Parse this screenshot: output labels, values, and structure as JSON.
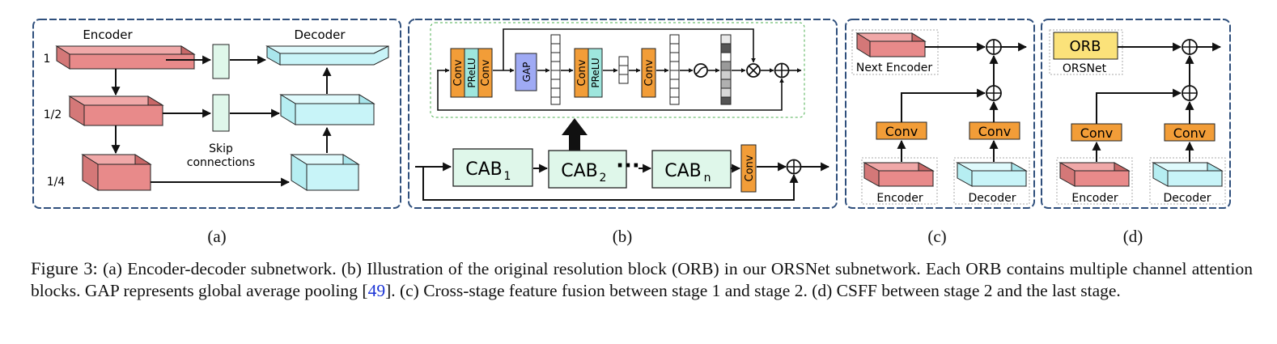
{
  "panel_a": {
    "encoder_label": "Encoder",
    "decoder_label": "Decoder",
    "scale_1": "1",
    "scale_half": "1/2",
    "scale_quarter": "1/4",
    "skip_line1": "Skip",
    "skip_line2": "connections"
  },
  "panel_b": {
    "conv": "Conv",
    "prelu": "PReLU",
    "gap": "GAP",
    "cab1": "CAB",
    "cab1_sub": "1",
    "cab2": "CAB",
    "cab2_sub": "2",
    "cabn": "CAB",
    "cabn_sub": "n",
    "ellipsis": "···",
    "conv_out": "Conv"
  },
  "panel_c": {
    "next_encoder": "Next Encoder",
    "conv_left": "Conv",
    "conv_right": "Conv",
    "encoder": "Encoder",
    "decoder": "Decoder"
  },
  "panel_d": {
    "orb": "ORB",
    "orsnet": "ORSNet",
    "conv_left": "Conv",
    "conv_right": "Conv",
    "encoder": "Encoder",
    "decoder": "Decoder"
  },
  "sub_labels": {
    "a": "(a)",
    "b": "(b)",
    "c": "(c)",
    "d": "(d)"
  },
  "caption": {
    "figure_label": "Figure 3:",
    "part1": "(a) Encoder-decoder subnetwork. (b) Illustration of the original resolution block (ORB) in our ORSNet subnetwork. Each ORB contains multiple channel attention blocks. GAP represents global average pooling [",
    "citation": "49",
    "part2": "]. (c) Cross-stage feature fusion between stage 1 and stage 2. (d) CSFF between stage 2 and the last stage."
  },
  "colors": {
    "panel_border": "#2f4f7c",
    "encoder_red": "#e88a8a",
    "decoder_cyan": "#c8f4f8",
    "cab_green": "#dff7ea",
    "conv_orange": "#f29d38",
    "prelu_teal": "#9ee6dd",
    "gap_blue": "#9faaf4",
    "orb_yellow": "#fbe27a",
    "citation_blue": "#1a33d6"
  }
}
